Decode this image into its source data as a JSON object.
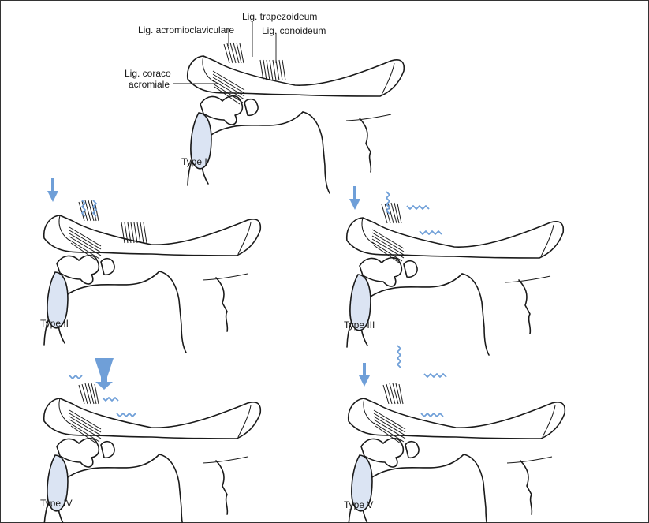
{
  "labels": {
    "trapezoideum": "Lig. trapezoideum",
    "acromioclaviculare": "Lig. acromioclaviculare",
    "conoideum": "Lig. conoideum",
    "coraco_line1": "Lig. coraco",
    "coraco_line2": "acromiale"
  },
  "panels": [
    {
      "title": "Type I"
    },
    {
      "title": "Type II"
    },
    {
      "title": "Type III"
    },
    {
      "title": "Type IV"
    },
    {
      "title": "Type V"
    }
  ],
  "colors": {
    "accent": "#6f9fd8",
    "glenoid": "#dbe4f3",
    "line": "#1a1a1a"
  }
}
